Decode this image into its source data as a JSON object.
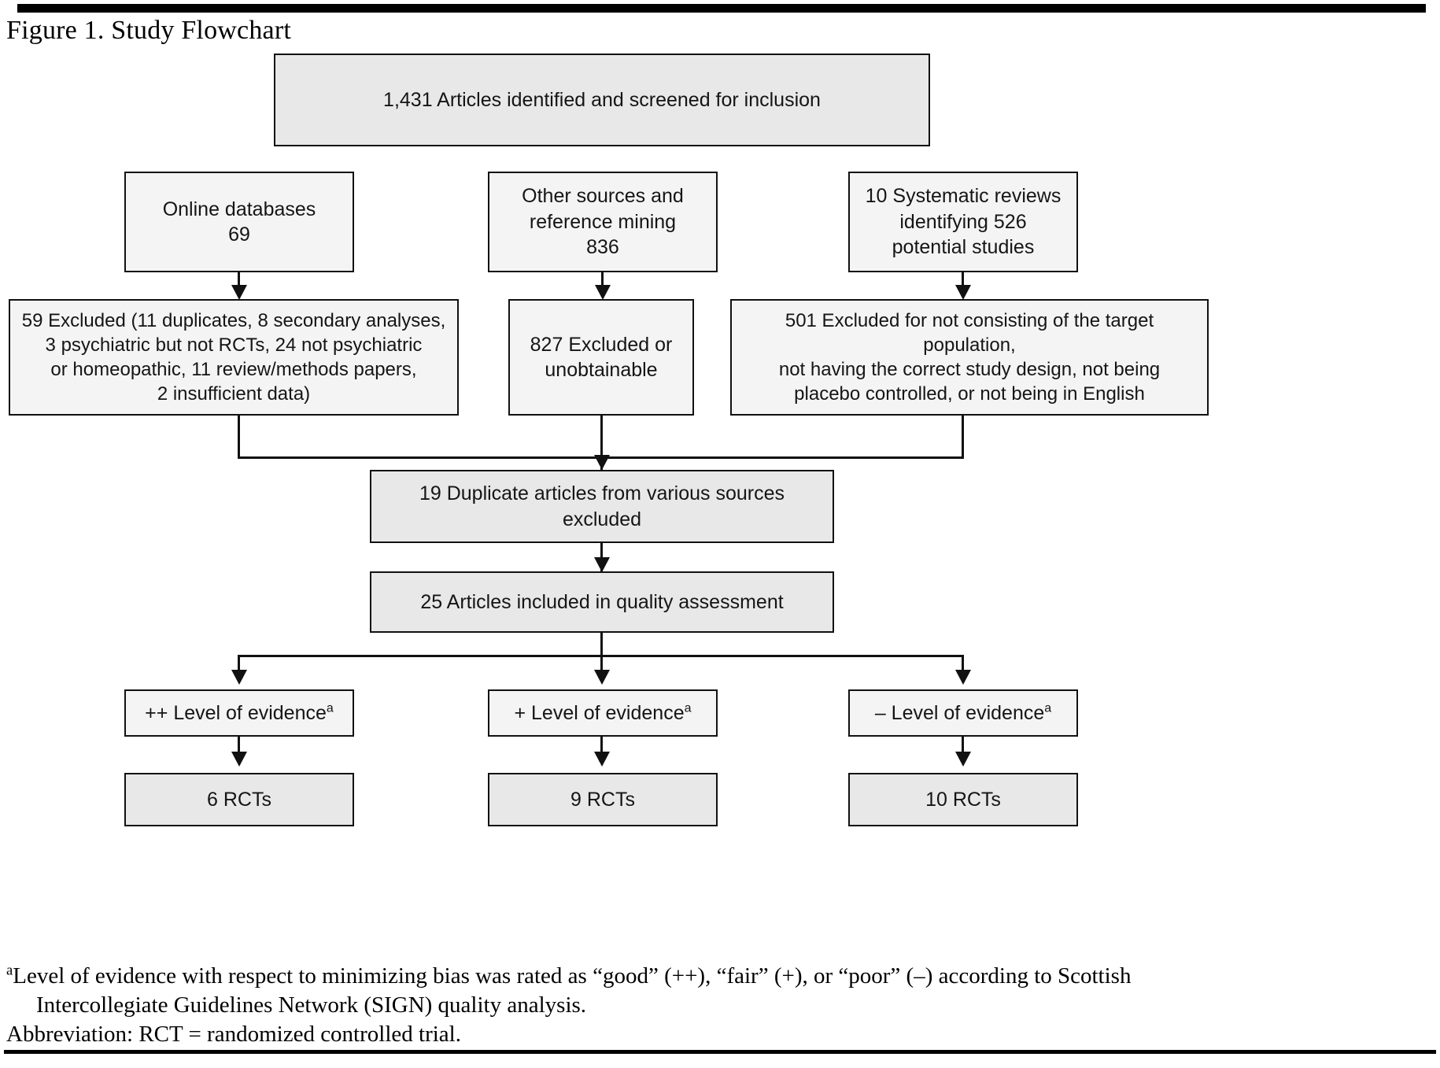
{
  "figure": {
    "title": "Figure 1. Study Flowchart",
    "marker": "a"
  },
  "nodes": {
    "screened": {
      "label": "1,431 Articles identified and screened for inclusion"
    },
    "source_online": {
      "label": "Online databases\n69"
    },
    "source_other": {
      "label": "Other sources and\nreference mining\n836"
    },
    "source_reviews": {
      "label": "10 Systematic reviews\nidentifying 526\npotential studies"
    },
    "excluded_online": {
      "label": "59 Excluded (11 duplicates, 8 secondary analyses,\n3 psychiatric but not RCTs, 24 not psychiatric\nor homeopathic, 11 review/methods papers,\n2 insufficient data)"
    },
    "excluded_other": {
      "label": "827 Excluded or\nunobtainable"
    },
    "excluded_reviews": {
      "label": "501 Excluded for not consisting of the target population,\nnot having the  correct study design, not being\nplacebo controlled, or not being in English"
    },
    "duplicates": {
      "label": "19 Duplicate articles from various sources excluded"
    },
    "quality": {
      "label": "25 Articles included in quality assessment"
    },
    "level_plusplus": {
      "label": "++ Level of evidence"
    },
    "level_plus": {
      "label": "+ Level of evidence"
    },
    "level_minus": {
      "label": "– Level of evidence"
    },
    "rcts_plusplus": {
      "label": "6 RCTs"
    },
    "rcts_plus": {
      "label": "9 RCTs"
    },
    "rcts_minus": {
      "label": "10 RCTs"
    }
  },
  "footnotes": {
    "line1": "Level of evidence with respect to minimizing bias was rated as “good” (++), “fair” (+), or “poor” (–) according to Scottish",
    "line2": "Intercollegiate Guidelines Network (SIGN) quality analysis.",
    "line3": "Abbreviation: RCT = randomized controlled trial.",
    "marker": "a"
  },
  "colors": {
    "box_fill": "#f4f4f4",
    "box_fill_shaded": "#e8e8e8",
    "stroke": "#111111",
    "text": "#151515"
  }
}
